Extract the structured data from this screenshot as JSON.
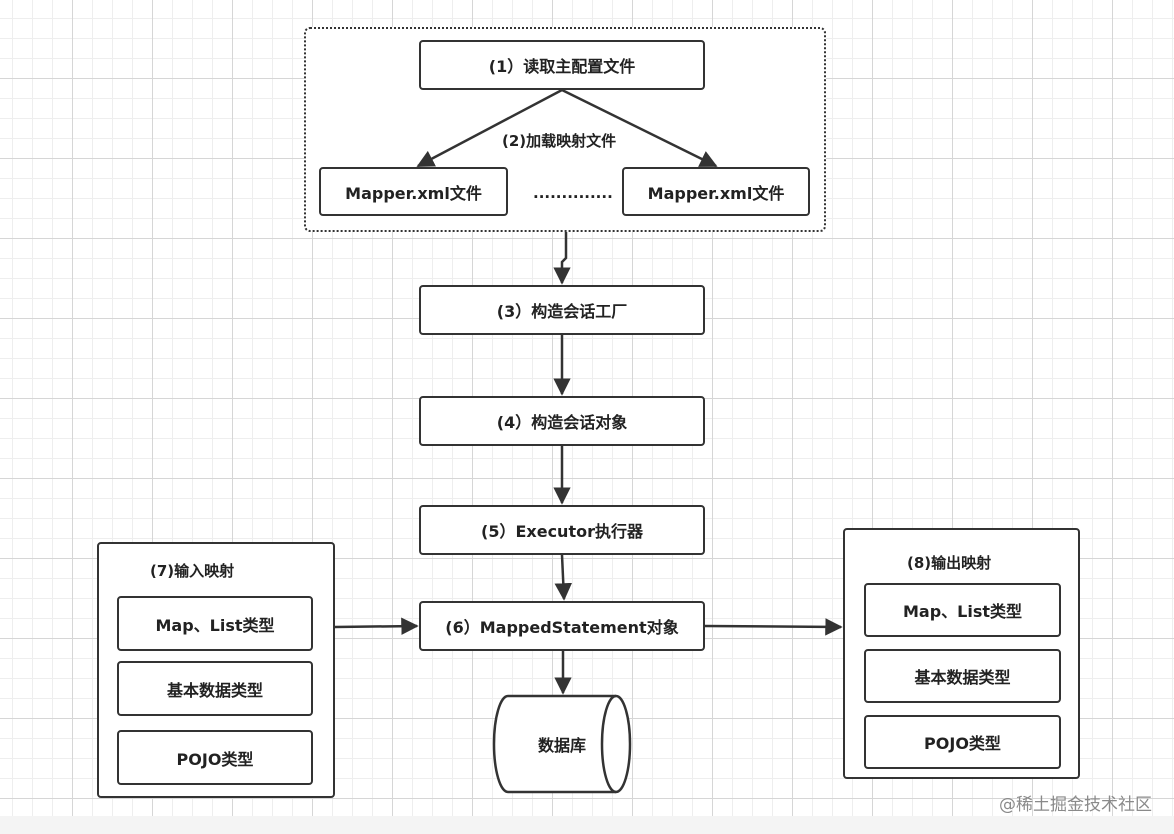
{
  "config_group": {
    "read_config": "(1）读取主配置文件",
    "load_mapping_label": "(2)加载映射文件",
    "mapper_left": "Mapper.xml文件",
    "mapper_ellipsis": "..............",
    "mapper_right": "Mapper.xml文件"
  },
  "flow": {
    "session_factory": "(3）构造会话工厂",
    "session_object": "(4）构造会话对象",
    "executor": "(5）Executor执行器",
    "mapped_statement": "(6）MappedStatement对象",
    "database": "数据库"
  },
  "input_mapping": {
    "title": "(7)输入映射",
    "items": [
      "Map、List类型",
      "基本数据类型",
      "POJO类型"
    ]
  },
  "output_mapping": {
    "title": "(8)输出映射",
    "items": [
      "Map、List类型",
      "基本数据类型",
      "POJO类型"
    ]
  },
  "watermark": "@稀土掘金技术社区",
  "colors": {
    "stroke": "#333333",
    "grid_major": "#d6d6d6",
    "grid_minor": "#eeeeee"
  }
}
